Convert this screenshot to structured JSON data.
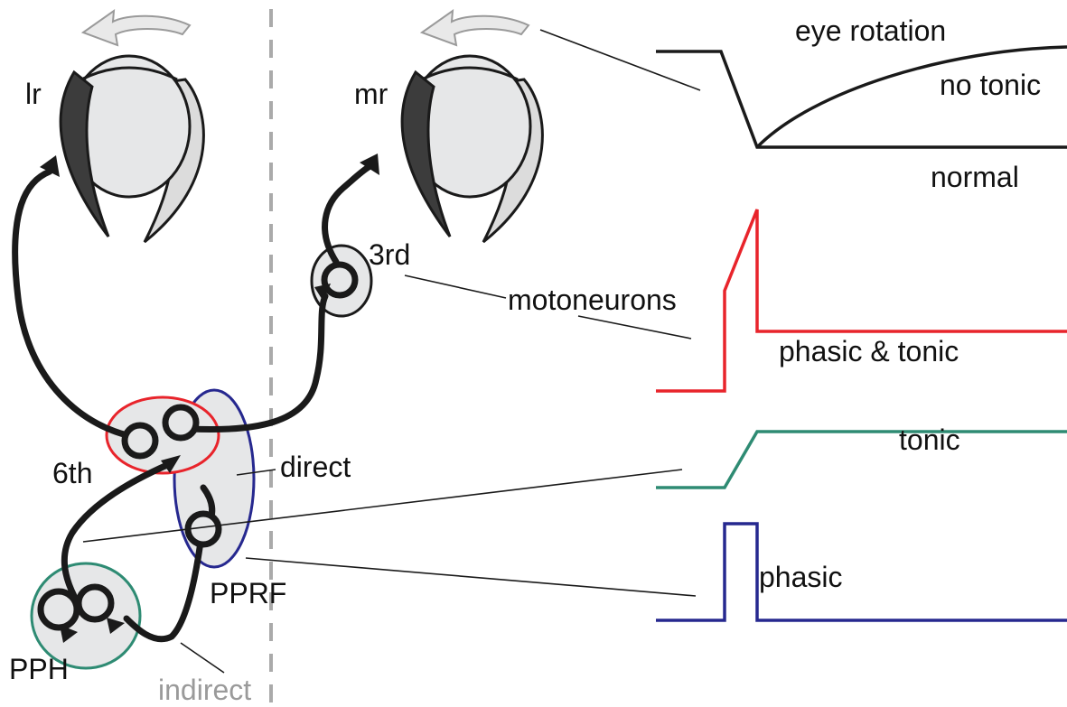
{
  "diagram": {
    "labels": {
      "lr": "lr",
      "mr": "mr",
      "third": "3rd",
      "sixth": "6th",
      "direct": "direct",
      "pprf": "PPRF",
      "pph": "PPH",
      "indirect": "indirect",
      "eye_rotation": "eye rotation",
      "no_tonic": "no tonic",
      "normal": "normal",
      "motoneurons": "motoneurons",
      "phasic_tonic": "phasic & tonic",
      "tonic": "tonic",
      "phasic": "phasic"
    },
    "colors": {
      "ink": "#1a1a1a",
      "fill_gray": "#e6e7e8",
      "muscle_dark": "#3c3c3c",
      "muscle_light": "#dcdcdc",
      "red": "#e8242b",
      "blue": "#26288f",
      "teal": "#2e8b73",
      "dash": "#aaaaaa",
      "arrow": "#e9e9e9"
    }
  }
}
